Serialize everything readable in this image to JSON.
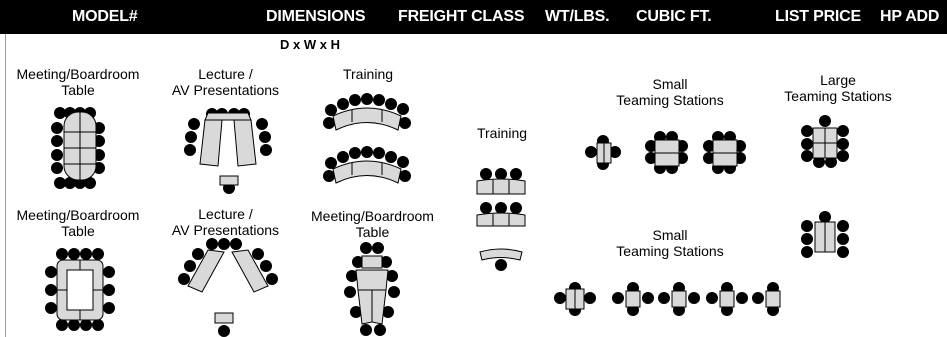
{
  "header": {
    "columns": [
      "MODEL#",
      "DIMENSIONS",
      "FREIGHT CLASS",
      "WT/LBS.",
      "CUBIC FT.",
      "LIST PRICE",
      "HP ADD"
    ],
    "subheading": "D x W x H"
  },
  "configurations": [
    {
      "line1": "Meeting/Boardroom",
      "line2": "Table"
    },
    {
      "line1": "Lecture /",
      "line2": "AV Presentations"
    },
    {
      "line1": "Training",
      "line2": ""
    },
    {
      "line1": "Training",
      "line2": ""
    },
    {
      "line1": "Small",
      "line2": "Teaming Stations"
    },
    {
      "line1": "Large",
      "line2": "Teaming Stations"
    },
    {
      "line1": "Meeting/Boardroom",
      "line2": "Table"
    },
    {
      "line1": "Lecture /",
      "line2": "AV Presentations"
    },
    {
      "line1": "Meeting/Boardroom",
      "line2": "Table"
    },
    {
      "line1": "Small",
      "line2": "Teaming Stations"
    }
  ],
  "colors": {
    "header_bg": "#000000",
    "table_fill": "#d9d9d9",
    "chair": "#000000"
  }
}
